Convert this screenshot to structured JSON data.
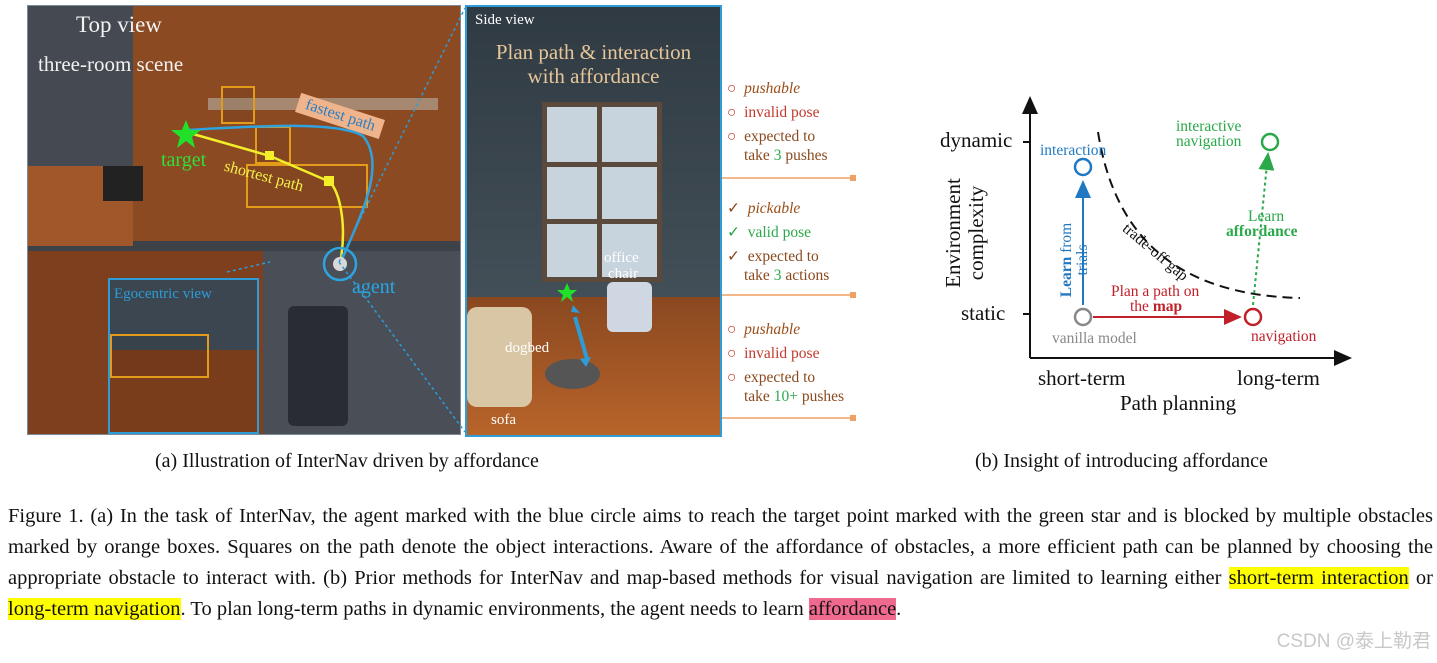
{
  "panel_a": {
    "top_view": {
      "title_line1": "Top view",
      "title_line2": "three-room scene",
      "fastest_path": "fastest path",
      "shortest_path": "shortest path",
      "target": "target",
      "agent": "agent",
      "egocentric_view": "Egocentric view"
    },
    "side_view": {
      "label": "Side view",
      "title_line1": "Plan path & interaction",
      "title_line2": "with affordance",
      "office_chair_1": "office",
      "office_chair_2": "chair",
      "dogbed": "dogbed",
      "sofa": "sofa"
    },
    "annotations": [
      {
        "items": [
          {
            "mark": "○",
            "text": "pushable",
            "style": "italic-brown"
          },
          {
            "mark": "○",
            "text": "invalid pose",
            "style": "red"
          },
          {
            "mark": "○",
            "text_a": "expected to",
            "text_b_pre": "take ",
            "num": "3",
            "text_b_post": " pushes",
            "style": "brown"
          }
        ]
      },
      {
        "items": [
          {
            "mark": "✓",
            "text": "pickable",
            "style": "italic-brown"
          },
          {
            "mark": "✓",
            "text": "valid pose",
            "style": "green"
          },
          {
            "mark": "✓",
            "text_a": "expected to",
            "text_b_pre": "take ",
            "num": "3",
            "text_b_post": " actions",
            "style": "brown"
          }
        ]
      },
      {
        "items": [
          {
            "mark": "○",
            "text": "pushable",
            "style": "italic-brown"
          },
          {
            "mark": "○",
            "text": "invalid pose",
            "style": "red"
          },
          {
            "mark": "○",
            "text_a": "expected to",
            "text_b_pre": "take ",
            "num": "10+",
            "text_b_post": " pushes",
            "style": "brown"
          }
        ]
      }
    ],
    "caption": "(a) Illustration of InterNav driven by affordance"
  },
  "panel_b": {
    "caption": "(b) Insight of introducing affordance",
    "chart_data": {
      "type": "scatter",
      "xlabel": "Path planning",
      "ylabel_line1": "Environment",
      "ylabel_line2": "complexity",
      "x_ticks": [
        "short-term",
        "long-term"
      ],
      "y_ticks": [
        "dynamic",
        "static"
      ],
      "points": [
        {
          "name": "vanilla model",
          "x": "short-term",
          "y": "static",
          "color": "#888888"
        },
        {
          "name": "interaction",
          "x": "short-term",
          "y": "dynamic",
          "color": "#1f78c1"
        },
        {
          "name": "navigation",
          "x": "long-term",
          "y": "static",
          "color": "#c0202a"
        },
        {
          "name_line1": "interactive",
          "name_line2": "navigation",
          "x": "long-term",
          "y": "dynamic",
          "color": "#2aa84a"
        }
      ],
      "arrows": {
        "up_label_bold": "Learn",
        "up_label_rest1": " from",
        "up_label_rest2": "trials",
        "right_label_line1": "Plan a path on",
        "right_label_pre": "the ",
        "right_label_bold": "map",
        "green_label_line1": "Learn",
        "green_label_bold": "affordance"
      },
      "curve_label": "trade-off gap"
    }
  },
  "figure_text": {
    "part1": "Figure 1. (a) In the task of InterNav, the agent marked with the blue circle aims to reach the target point marked with the green star and is blocked by multiple obstacles marked by orange boxes. Squares on the path denote the object interactions. Aware of the affordance of obstacles, a more efficient path can be planned by choosing the appropriate obstacle to interact with. (b) Prior methods for InterNav and map-based methods for visual navigation are limited to learning either ",
    "hl1": "short-term interaction",
    "part2": " or ",
    "hl2": "long-term navigation",
    "part3": ". To plan long-term paths in dynamic environments, the agent needs to learn ",
    "hl3": "affordance",
    "part4": "."
  },
  "watermark": "CSDN @泰上勒君"
}
